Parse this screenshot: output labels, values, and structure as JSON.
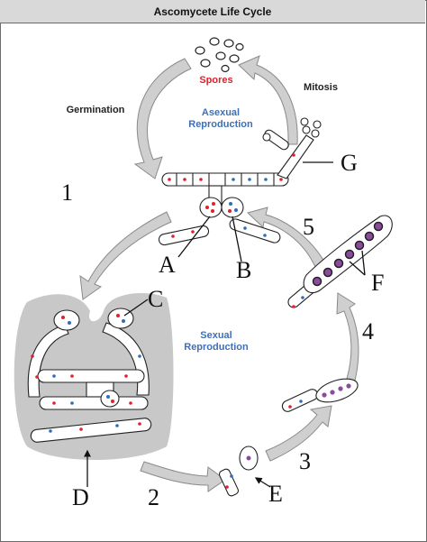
{
  "title": "Ascomycete Life Cycle",
  "labels": {
    "spores": "Spores",
    "mitosis": "Mitosis",
    "germination": "Germination",
    "asexual_1": "Asexual",
    "asexual_2": "Reproduction",
    "sexual_1": "Sexual",
    "sexual_2": "Reproduction"
  },
  "step_numbers": [
    "1",
    "2",
    "3",
    "4",
    "5"
  ],
  "letters": [
    "A",
    "B",
    "C",
    "D",
    "E",
    "F",
    "G"
  ],
  "colors": {
    "red_nucleus": "#e0202a",
    "blue_nucleus": "#2f6db5",
    "ascospore": "#8a4a9e",
    "arrow_fill": "#cfcfcf",
    "ascocarp": "#c8c8c8",
    "label_blue": "#3f6fb5",
    "spores_red": "#e0202a"
  }
}
